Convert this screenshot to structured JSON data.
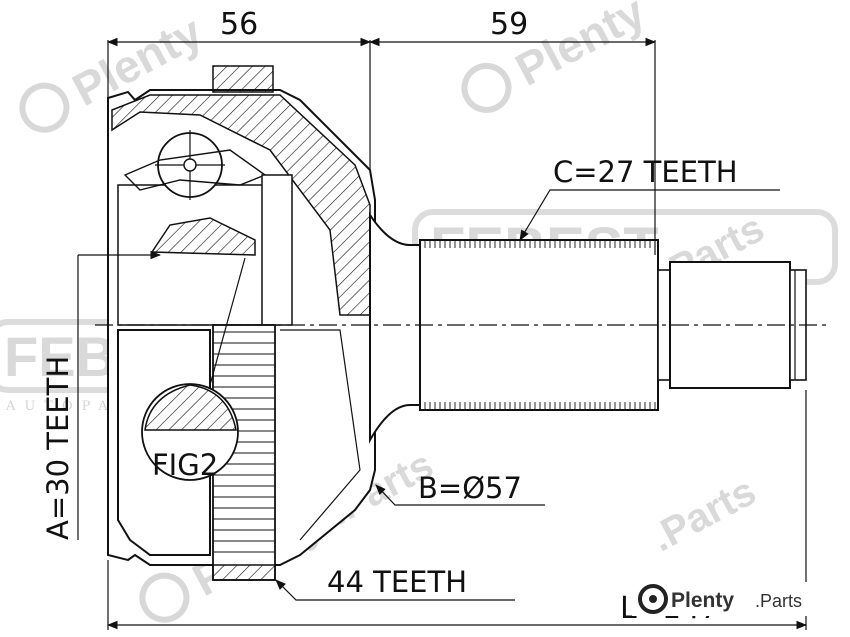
{
  "dimensions": {
    "left_length": "56",
    "right_length": "59",
    "total_length": "L=147"
  },
  "callouts": {
    "outer_splines": "C=27 TEETH",
    "inner_splines": "A=30 TEETH",
    "boot_diameter": "B=Ø57",
    "abs_ring": "44 TEETH",
    "detail_ref": "FIG2"
  },
  "watermarks": {
    "brand_word": "FEBEST",
    "brand_sub": "AUTOPARTS",
    "site_word": "Plenty",
    "site_ext": ".Parts"
  },
  "logo": {
    "brand": "Plenty",
    "extension": ".Parts"
  }
}
